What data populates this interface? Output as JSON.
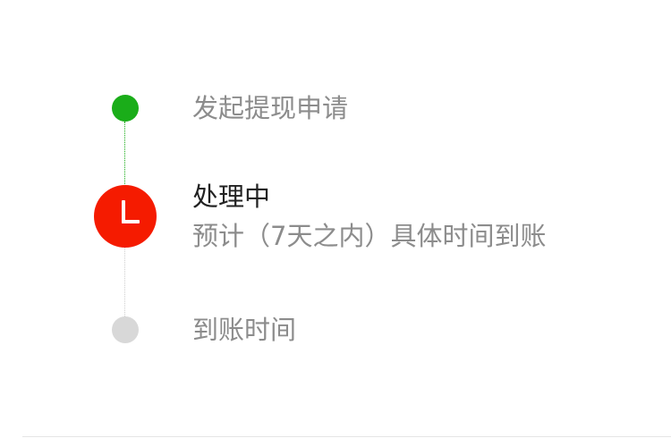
{
  "timeline": {
    "steps": [
      {
        "label": "发起提现申请",
        "status": "done",
        "color": "#1aad19"
      },
      {
        "label": "处理中",
        "description": "预计（7天之内）具体时间到账",
        "status": "current",
        "color": "#f51b00",
        "icon": "clock-icon"
      },
      {
        "label": "到账时间",
        "status": "pending",
        "color": "#d8d8d8"
      }
    ]
  }
}
